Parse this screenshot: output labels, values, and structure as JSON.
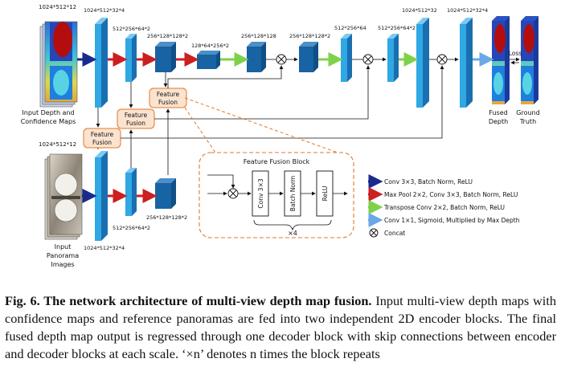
{
  "dims": {
    "in_top": "1024*512*12",
    "in_top_conv": "1024*512*32*4",
    "enc1": "512*256*64*2",
    "enc2": "256*128*128*2",
    "enc3": "128*64*256*2",
    "dec1": "256*128*128",
    "dec1b": "256*128*128*2",
    "dec2": "512*256*64",
    "dec2b": "512*256*64*2",
    "dec3": "1024*512*32",
    "dec3b": "1024*512*32*4",
    "in_bot": "1024*512*12",
    "bot_enc1": "512*256*64*2",
    "bot_enc2": "256*128*128*2",
    "bot_conv": "1024*512*32*4"
  },
  "labels": {
    "input_depth_1": "Input Depth and",
    "input_depth_2": "Confidence Maps",
    "input_pano_1": "Input",
    "input_pano_2": "Panorama",
    "input_pano_3": "Images",
    "fused_1": "Fused",
    "fused_2": "Depth",
    "gt_1": "Ground",
    "gt_2": "Truth",
    "loss": "Loss",
    "ff_1": "Feature",
    "ff_2": "Fusion",
    "ffb_title": "Feature Fusion Block",
    "conv": "Conv 3×3",
    "bn": "Batch Norm",
    "relu": "ReLU",
    "times": "×4"
  },
  "legend": [
    {
      "text": "Conv 3×3, Batch Norm, ReLU",
      "color": "#1a2a8c"
    },
    {
      "text": "Max Pool 2×2, Conv 3×3, Batch Norm, ReLU",
      "color": "#cc1f1f"
    },
    {
      "text": "Transpose Conv 2×2, Batch Norm, ReLU",
      "color": "#7fd14a"
    },
    {
      "text": "Conv 1×1, Sigmoid, Multiplied by Max Depth",
      "color": "#6aa8e8"
    },
    {
      "text": "Concat",
      "color": "#000000"
    }
  ],
  "caption": {
    "bold": "Fig. 6. The network architecture of multi-view depth map fusion.",
    "text": " Input multi-view depth maps with confidence maps and reference panoramas are fed into two independent 2D encoder blocks. The final fused depth map output is regressed through one decoder block with skip connections between encoder and decoder blocks at each scale. ‘×n’ denotes n times the block repeats"
  },
  "colors": {
    "block_light": "#2fa8e4",
    "block_dark": "#1763a3",
    "block_side": "#0f4f86",
    "ff_fill": "#fbe3cf",
    "ff_stroke": "#e0782c"
  }
}
